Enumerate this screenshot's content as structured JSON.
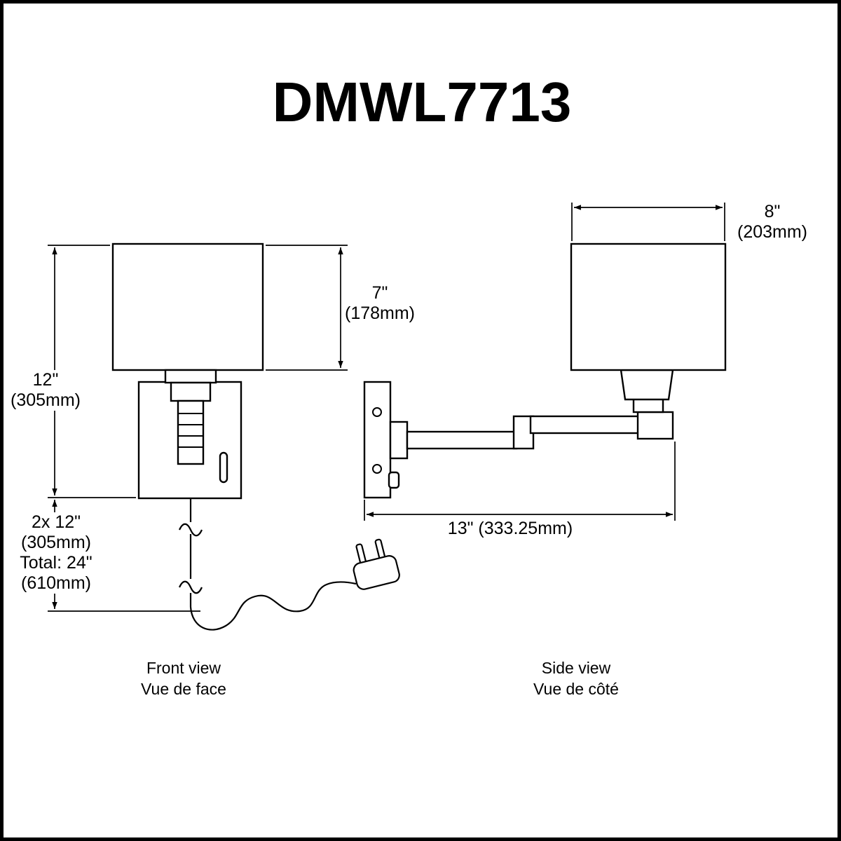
{
  "title": "DMWL7713",
  "front_view": {
    "caption_en": "Front view",
    "caption_fr": "Vue de face",
    "bracket_height_dim": {
      "value": "12\"",
      "metric": "(305mm)"
    },
    "shade_height_dim": {
      "value": "7\"",
      "metric": "(178mm)"
    },
    "cord_length_dim": {
      "line1": "2x 12\"",
      "line2": "(305mm)",
      "line3": "Total: 24\"",
      "line4": "(610mm)"
    }
  },
  "side_view": {
    "caption_en": "Side view",
    "caption_fr": "Vue de côté",
    "shade_width_dim": {
      "value": "8\"",
      "metric": "(203mm)"
    },
    "extension_dim": "13\" (333.25mm)"
  }
}
